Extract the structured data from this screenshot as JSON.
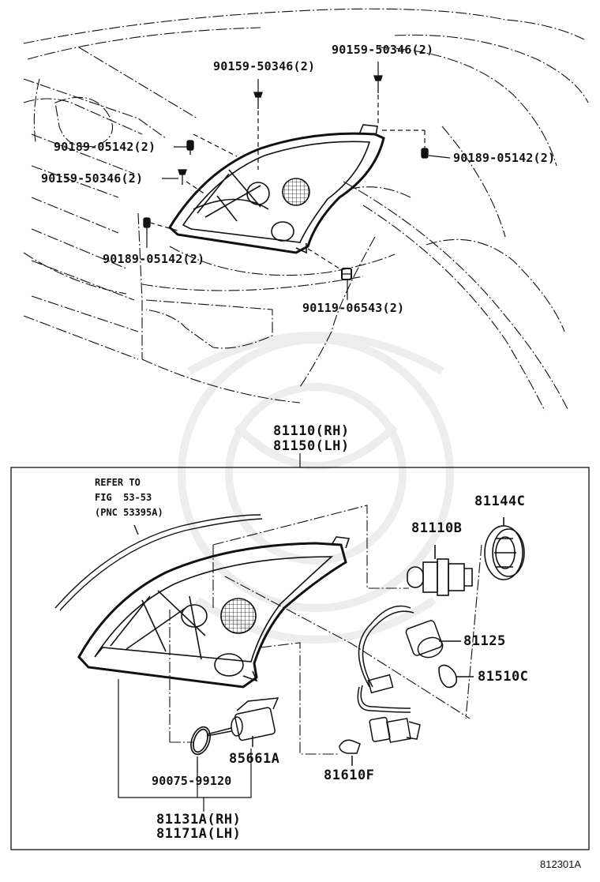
{
  "diagram_id": "812301A",
  "colors": {
    "line": "#111111",
    "background": "#ffffff",
    "watermark": "#e9e9e9"
  },
  "upper_callouts": [
    {
      "id": "screw-top-center",
      "text": "90159-50346(2)"
    },
    {
      "id": "screw-top-right",
      "text": "90159-50346(2)"
    },
    {
      "id": "clip-left-upper",
      "text": "90189-05142(2)"
    },
    {
      "id": "screw-left",
      "text": "90159-50346(2)"
    },
    {
      "id": "clip-right",
      "text": "90189-05142(2)"
    },
    {
      "id": "clip-left-lower",
      "text": "90189-05142(2)"
    },
    {
      "id": "nut-lower",
      "text": "90119-06543(2)"
    }
  ],
  "assembly": {
    "rh": "81110(RH)",
    "lh": "81150(LH)"
  },
  "reference_note": {
    "line1": "REFER TO",
    "line2": "FIG  53-53",
    "line3": "(PNC 53395A)"
  },
  "parts": {
    "socket_cover": "81144C",
    "bulb_headlamp": "81110B",
    "wire_socket": "81125",
    "bulb_wedge": "81510C",
    "leveling_actuator": "85661A",
    "o_ring": "90075-99120",
    "bulb_small": "81610F",
    "housing_rh": "81131A(RH)",
    "housing_lh": "81171A(LH)"
  }
}
